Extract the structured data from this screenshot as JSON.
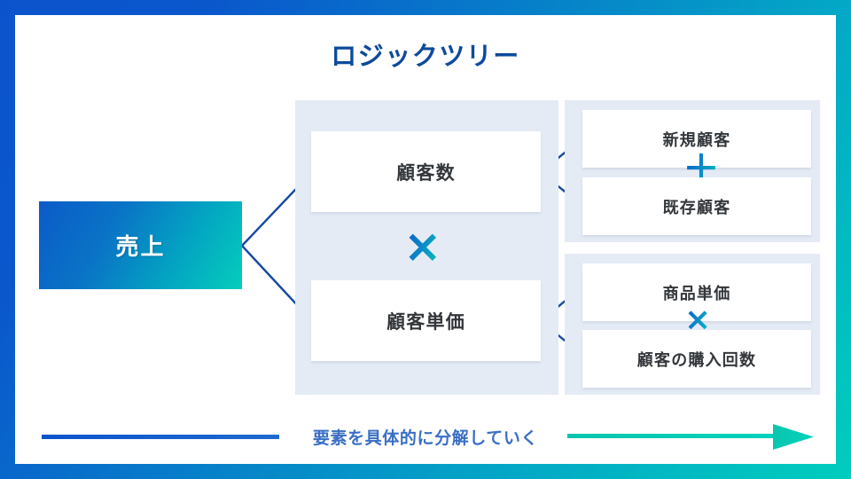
{
  "slide": {
    "title": "ロジックツリー",
    "frame": {
      "border_gradient_start": "#0b53cc",
      "border_gradient_end": "#00cdbd",
      "background": "#ffffff"
    }
  },
  "root": {
    "label": "売上",
    "gradient_start": "#0b5bc8",
    "gradient_end": "#05cdbc",
    "text_color": "#ffffff"
  },
  "level2": {
    "panel_color": "#e5ebf5",
    "operator": "×",
    "nodes": [
      {
        "label": "顧客数"
      },
      {
        "label": "顧客単価"
      }
    ]
  },
  "level3": {
    "groups": [
      {
        "operator": "＋",
        "nodes": [
          {
            "label": "新規顧客"
          },
          {
            "label": "既存顧客"
          }
        ]
      },
      {
        "operator": "×",
        "nodes": [
          {
            "label": "商品単価"
          },
          {
            "label": "顧客の購入回数"
          }
        ]
      }
    ]
  },
  "footer": {
    "caption": "要素を具体的に分解していく",
    "caption_color": "#3a6fc4",
    "line_color": "#0b53cc",
    "arrow_color": "#06cdb8"
  },
  "colors": {
    "connector_line": "#174a9e",
    "node_text": "#33373b",
    "title_text": "#0d4a9c"
  }
}
